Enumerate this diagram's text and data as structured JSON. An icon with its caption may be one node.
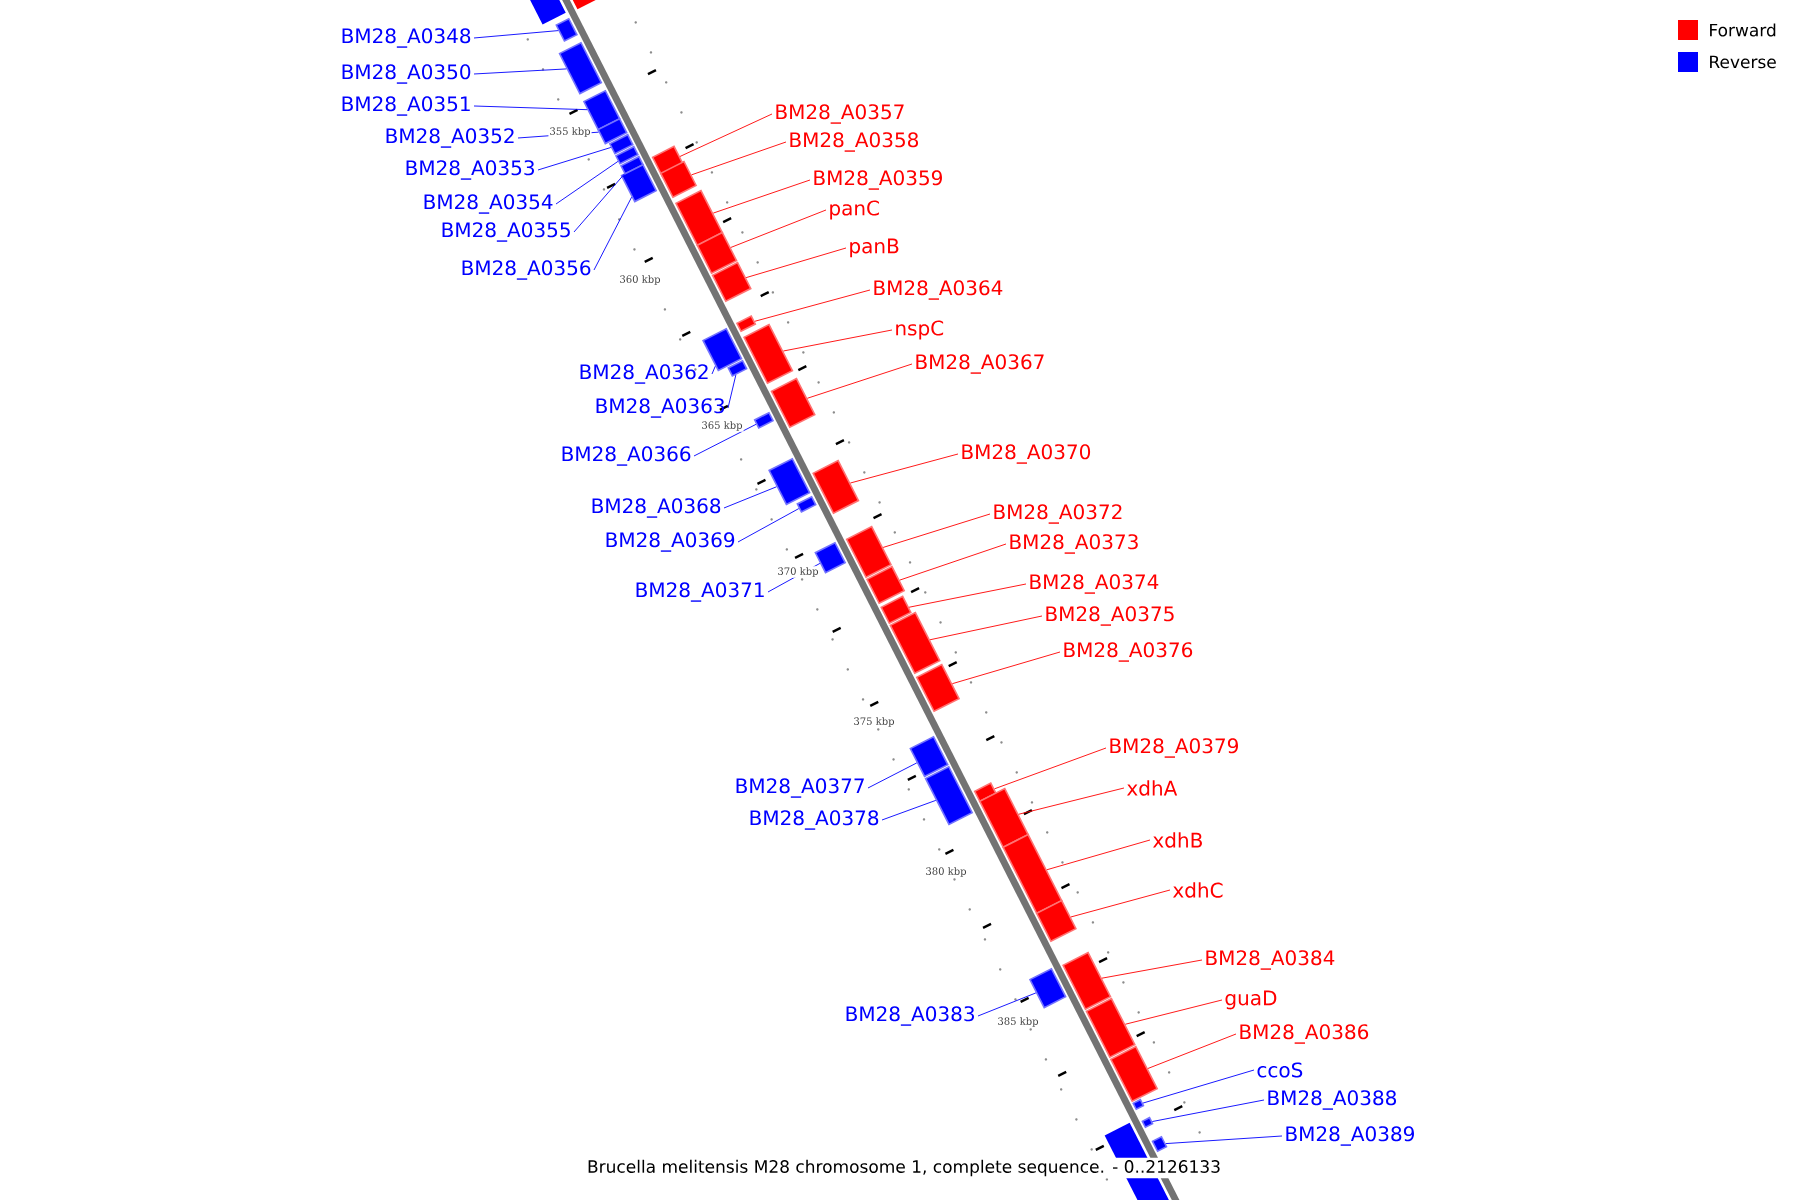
{
  "diagram": {
    "caption": "Brucella melitensis M28 chromosome 1, complete sequence. - 0..2126133",
    "nodes": [
      {
        "text": [
          "BM28_A0348"
        ]
      },
      {
        "text": [],
        "shape": "box"
      },
      {
        "text": [
          "BM28_A0350"
        ]
      },
      {
        "text": [],
        "shape": "box"
      },
      {
        "text": [
          "BM28_A0351"
        ]
      },
      {
        "text": [],
        "shape": "box"
      },
      {
        "text": [
          "BM28_A0357"
        ]
      },
      {
        "text": [],
        "shape": "box"
      },
      {
        "text": [
          "BM28_A0352"
        ]
      },
      {
        "text": [],
        "shape": "box"
      },
      {
        "text": [
          "BM28_A0358"
        ]
      },
      {
        "text": [],
        "shape": "box"
      },
      {
        "text": [
          "BM28_A0353"
        ]
      },
      {
        "text": [],
        "shape": "box"
      },
      {
        "text": [
          "BM28_A0359"
        ]
      },
      {
        "text": [],
        "shape": "box"
      },
      {
        "text": [
          "BM28_A0354"
        ]
      },
      {
        "text": [],
        "shape": "box"
      },
      {
        "text": [
          "panC"
        ]
      },
      {
        "text": [],
        "shape": "box"
      },
      {
        "text": [
          "BM28_A0355"
        ]
      },
      {
        "text": [],
        "shape": "box"
      },
      {
        "text": [
          "panB"
        ]
      },
      {
        "text": [],
        "shape": "box"
      },
      {
        "text": [
          "BM28_A0356"
        ]
      },
      {
        "text": [],
        "shape": "box"
      },
      {
        "text": [
          "BM28_A0364"
        ]
      },
      {
        "text": [],
        "shape": "box"
      },
      {
        "text": [
          "nspC"
        ]
      },
      {
        "text": [],
        "shape": "box"
      },
      {
        "text": [
          "BM28_A0367"
        ]
      },
      {
        "text": [],
        "shape": "box"
      },
      {
        "text": [
          "BM28_A0362"
        ]
      },
      {
        "text": [],
        "shape": "box"
      },
      {
        "text": [
          "BM28_A0363"
        ]
      },
      {
        "text": [],
        "shape": "box"
      },
      {
        "text": [
          "BM28_A0370"
        ]
      },
      {
        "text": [],
        "shape": "box"
      },
      {
        "text": [
          "BM28_A0366"
        ]
      },
      {
        "text": [],
        "shape": "box"
      },
      {
        "text": [
          "BM28_A0368"
        ]
      },
      {
        "text": [],
        "shape": "box"
      },
      {
        "text": [
          "BM28_A0372"
        ]
      },
      {
        "text": [],
        "shape": "box"
      },
      {
        "text": [
          "BM28_A0369"
        ]
      },
      {
        "text": [],
        "shape": "box"
      },
      {
        "text": [
          "BM28_A0373"
        ]
      },
      {
        "text": [],
        "shape": "box"
      },
      {
        "text": [
          "BM28_A0374"
        ]
      },
      {
        "text": [],
        "shape": "box"
      },
      {
        "text": [
          "BM28_A0371"
        ]
      },
      {
        "text": [],
        "shape": "box"
      },
      {
        "text": [
          "BM28_A0375"
        ]
      },
      {
        "text": [],
        "shape": "box"
      },
      {
        "text": [
          "BM28_A0376"
        ]
      },
      {
        "text": [],
        "shape": "box"
      },
      {
        "text": [
          "BM28_A0379"
        ]
      },
      {
        "text": [],
        "shape": "box"
      },
      {
        "text": [
          "BM28_A0377"
        ]
      },
      {
        "text": [],
        "shape": "box"
      },
      {
        "text": [
          "xdhA"
        ]
      },
      {
        "text": [],
        "shape": "box"
      },
      {
        "text": [
          "BM28_A0378"
        ]
      },
      {
        "text": [],
        "shape": "box"
      },
      {
        "text": [
          "xdhB"
        ]
      },
      {
        "text": [],
        "shape": "box"
      },
      {
        "text": [
          "xdhC"
        ]
      },
      {
        "text": [],
        "shape": "box"
      },
      {
        "text": [
          "BM28_A0384"
        ]
      },
      {
        "text": [],
        "shape": "box"
      },
      {
        "text": [
          "BM28_A0383"
        ]
      },
      {
        "text": [],
        "shape": "box"
      },
      {
        "text": [
          "guaD"
        ]
      },
      {
        "text": [],
        "shape": "box"
      },
      {
        "text": [
          "BM28_A0386"
        ]
      },
      {
        "text": [],
        "shape": "box"
      },
      {
        "text": [
          "ccoS"
        ]
      },
      {
        "text": [],
        "shape": "box"
      },
      {
        "text": [
          "BM28_A0388"
        ]
      },
      {
        "text": [],
        "shape": "box"
      },
      {
        "text": [
          "BM28_A0389"
        ]
      },
      {
        "text": [],
        "shape": "box"
      }
    ],
    "edges": [
      {
        "from": 0,
        "to": 1,
        "arrow": "none",
        "color": "#0000ff"
      },
      {
        "from": 2,
        "to": 3,
        "arrow": "none",
        "color": "#0000ff"
      },
      {
        "from": 4,
        "to": 5,
        "arrow": "none",
        "color": "#0000ff"
      },
      {
        "from": 6,
        "to": 7,
        "arrow": "none"
      },
      {
        "from": 8,
        "to": 9,
        "arrow": "none",
        "color": "#0000ff"
      },
      {
        "from": 10,
        "to": 11,
        "arrow": "none"
      },
      {
        "from": 12,
        "to": 13,
        "arrow": "none",
        "color": "#0000ff"
      },
      {
        "from": 14,
        "to": 15,
        "arrow": "none"
      },
      {
        "from": 16,
        "to": 17,
        "arrow": "none",
        "color": "#0000ff"
      },
      {
        "from": 18,
        "to": 19,
        "arrow": "none"
      },
      {
        "from": 20,
        "to": 21,
        "arrow": "none",
        "color": "#0000ff"
      },
      {
        "from": 22,
        "to": 23,
        "arrow": "none"
      },
      {
        "from": 24,
        "to": 25,
        "arrow": "none",
        "color": "#0000ff"
      },
      {
        "from": 26,
        "to": 27,
        "arrow": "none"
      },
      {
        "from": 28,
        "to": 29,
        "arrow": "none"
      },
      {
        "from": 30,
        "to": 31,
        "arrow": "none"
      },
      {
        "from": 32,
        "to": 33,
        "arrow": "none",
        "color": "#0000ff"
      },
      {
        "from": 34,
        "to": 35,
        "arrow": "none",
        "color": "#0000ff"
      },
      {
        "from": 36,
        "to": 37,
        "arrow": "none"
      },
      {
        "from": 38,
        "to": 39,
        "arrow": "none",
        "color": "#0000ff"
      },
      {
        "from": 40,
        "to": 41,
        "arrow": "none",
        "color": "#0000ff"
      },
      {
        "from": 42,
        "to": 43,
        "arrow": "none"
      },
      {
        "from": 44,
        "to": 45,
        "arrow": "none",
        "color": "#0000ff"
      },
      {
        "from": 46,
        "to": 47,
        "arrow": "none"
      },
      {
        "from": 48,
        "to": 49,
        "arrow": "none"
      },
      {
        "from": 50,
        "to": 51,
        "arrow": "none",
        "color": "#0000ff"
      },
      {
        "from": 52,
        "to": 53,
        "arrow": "none"
      },
      {
        "from": 54,
        "to": 55,
        "arrow": "none"
      },
      {
        "from": 56,
        "to": 57,
        "arrow": "none"
      },
      {
        "from": 58,
        "to": 59,
        "arrow": "none",
        "color": "#0000ff"
      },
      {
        "from": 60,
        "to": 61,
        "arrow": "none"
      },
      {
        "from": 62,
        "to": 63,
        "arrow": "none",
        "color": "#0000ff"
      },
      {
        "from": 64,
        "to": 65,
        "arrow": "none"
      },
      {
        "from": 66,
        "to": 67,
        "arrow": "none"
      },
      {
        "from": 68,
        "to": 69,
        "arrow": "none"
      },
      {
        "from": 70,
        "to": 71,
        "arrow": "none",
        "color": "#0000ff"
      },
      {
        "from": 72,
        "to": 73,
        "arrow": "none"
      },
      {
        "from": 74,
        "to": 75,
        "arrow": "none"
      },
      {
        "from": 76,
        "to": 77,
        "arrow": "none",
        "color": "#0000ff"
      },
      {
        "from": 78,
        "to": 79,
        "arrow": "none",
        "color": "#0000ff"
      },
      {
        "from": 80,
        "to": 81,
        "arrow": "none",
        "color": "#0000ff"
      }
    ],
    "labels": [
      "355 kbp",
      "360 kbp",
      "365 kbp",
      "370 kbp",
      "375 kbp",
      "380 kbp",
      "385 kbp"
    ],
    "legend": [
      {
        "text": "Forward",
        "color": "#ff0000"
      },
      {
        "text": "Reverse",
        "color": "#0000ff"
      }
    ]
  }
}
